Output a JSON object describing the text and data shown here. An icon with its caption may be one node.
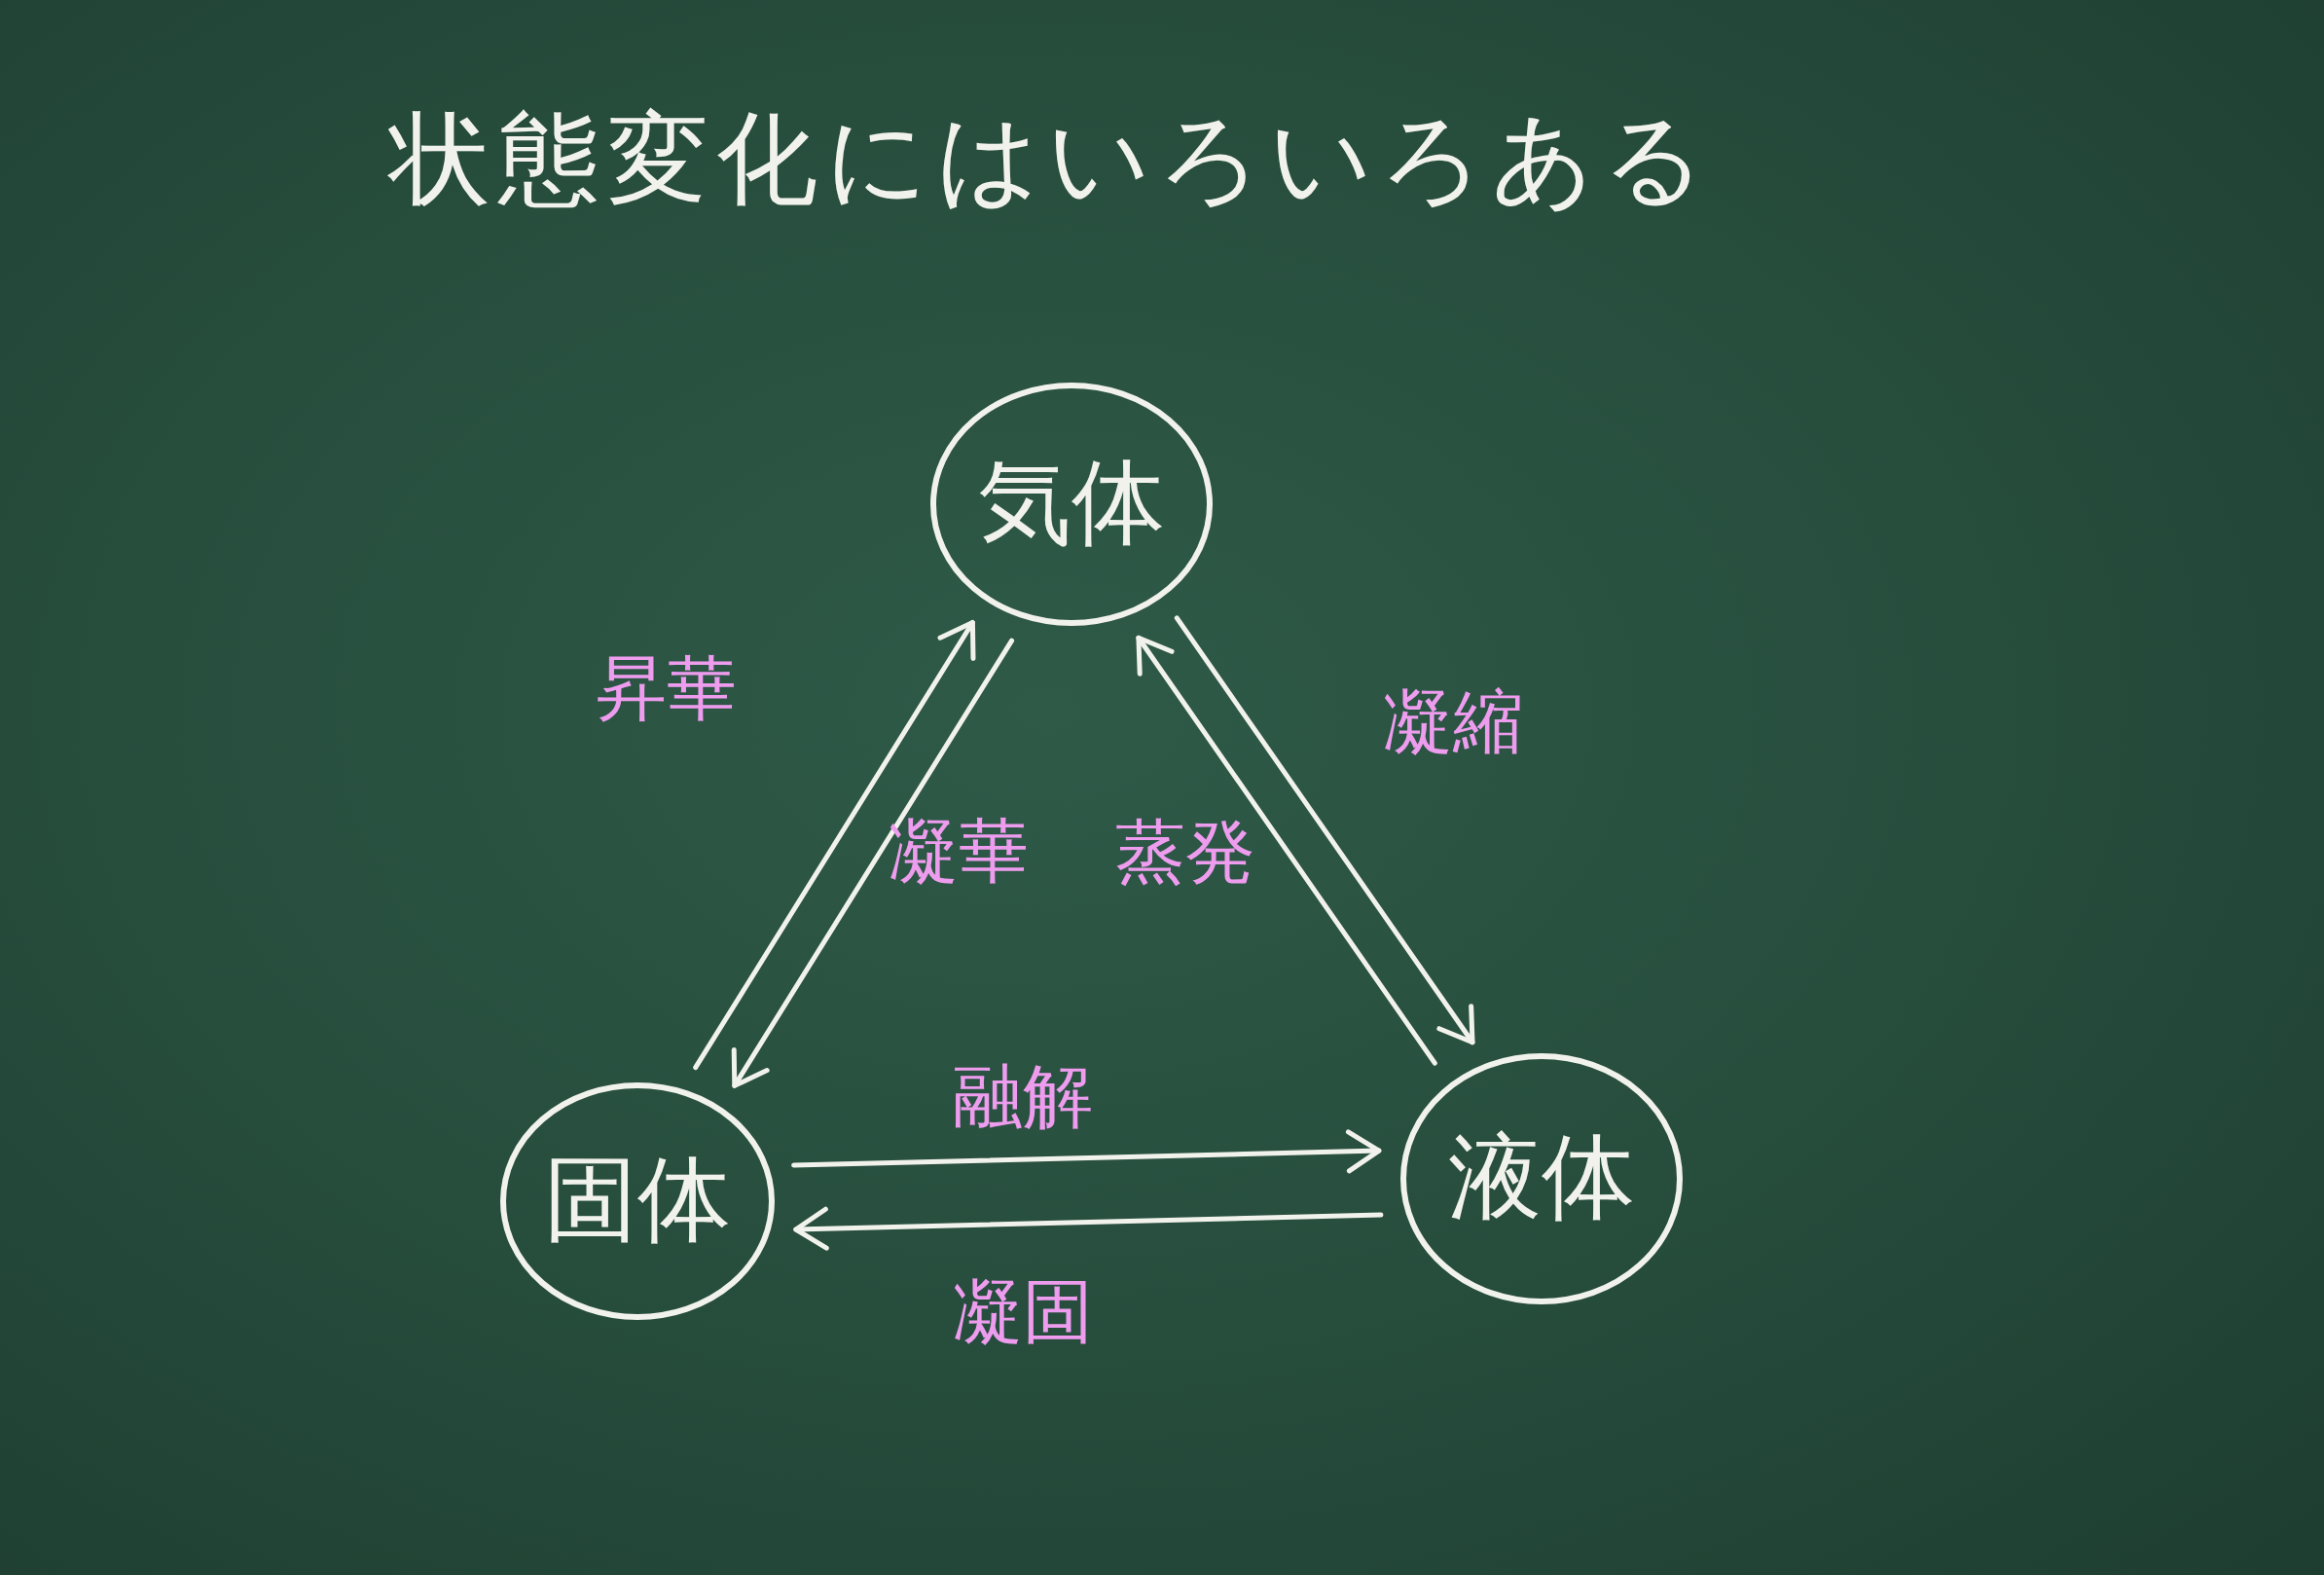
{
  "diagram": {
    "title": "状態変化にはいろいろある",
    "nodes": [
      {
        "text": [
          "気体"
        ]
      },
      {
        "text": [
          "固体"
        ]
      },
      {
        "text": [
          "液体"
        ]
      }
    ],
    "edges": [
      {
        "from": 1,
        "to": 0,
        "arrow": "to",
        "label": "昇華"
      },
      {
        "from": 0,
        "to": 1,
        "arrow": "to",
        "label": "凝華"
      },
      {
        "from": 2,
        "to": 0,
        "arrow": "to",
        "label": "蒸発"
      },
      {
        "from": 0,
        "to": 2,
        "arrow": "to",
        "label": "凝縮"
      },
      {
        "from": 1,
        "to": 2,
        "arrow": "to",
        "label": "融解"
      },
      {
        "from": 2,
        "to": 1,
        "arrow": "to",
        "label": "凝固"
      }
    ]
  }
}
